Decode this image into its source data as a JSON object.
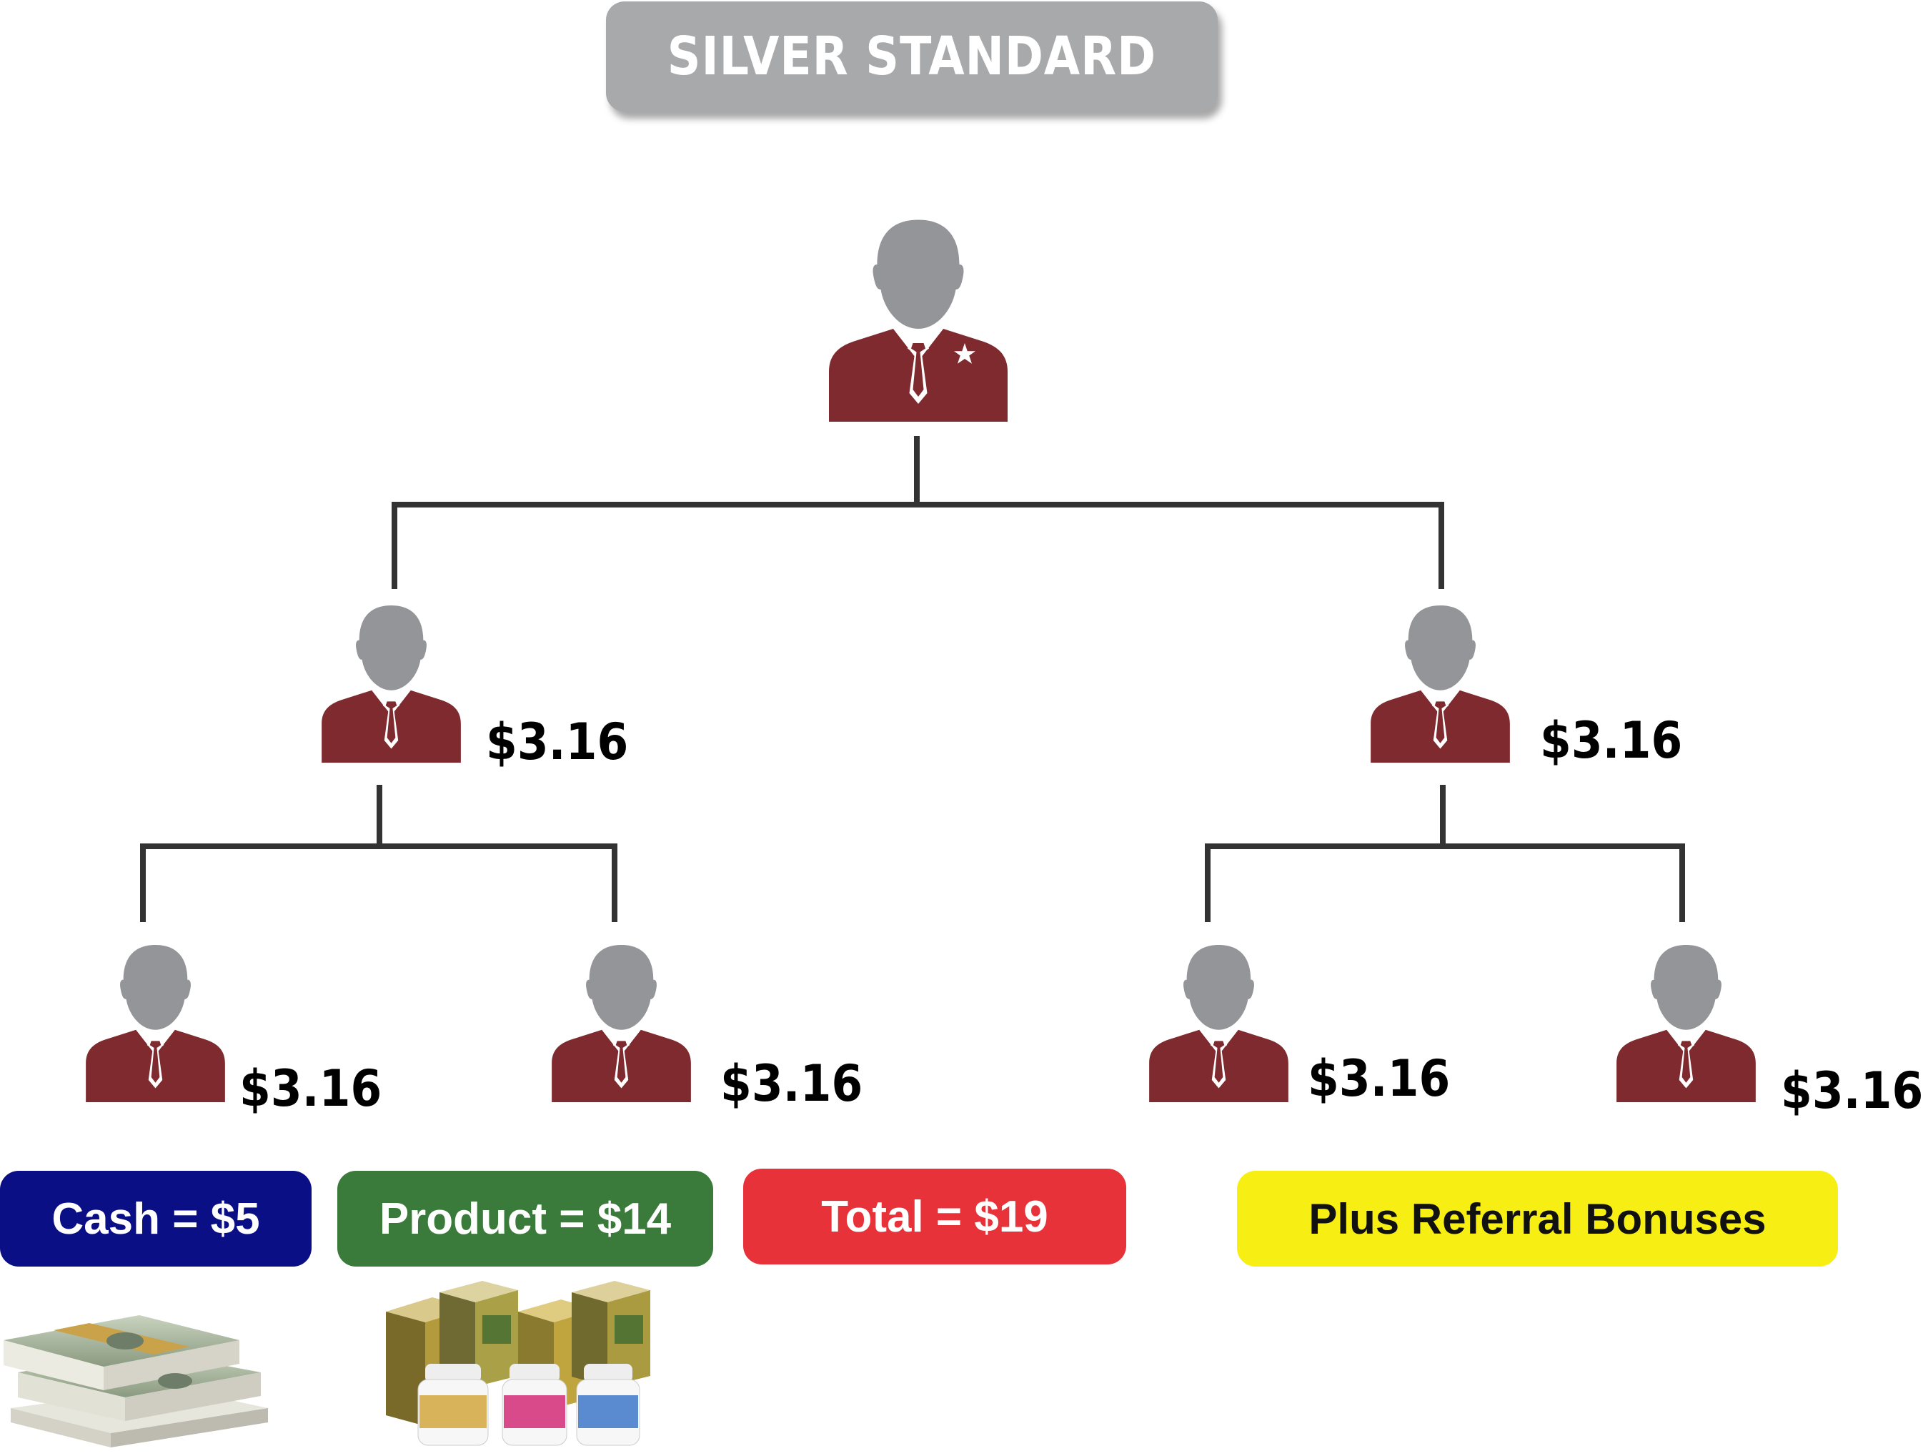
{
  "title": "SILVER STANDARD",
  "colors": {
    "title_bg": "#a8a9ab",
    "head": "#939598",
    "suit": "#7f2a2e",
    "connector": "#333333",
    "cash": "#0b0f85",
    "product": "#3a7a3a",
    "total": "#e8323a",
    "referral": "#f7ee14"
  },
  "tree": {
    "root": {
      "icon": "person-with-star-icon"
    },
    "level1": [
      {
        "amount": "$3.16"
      },
      {
        "amount": "$3.16"
      }
    ],
    "level2": [
      {
        "amount": "$3.16"
      },
      {
        "amount": "$3.16"
      },
      {
        "amount": "$3.16"
      },
      {
        "amount": "$3.16"
      }
    ]
  },
  "summary": {
    "cash": "Cash = $5",
    "product": "Product = $14",
    "total": "Total =  $19",
    "referral": "Plus Referral Bonuses"
  },
  "images": {
    "cash": "stack-of-dollar-bills-icon",
    "product": "detox-tea-boxes-and-supplement-bottles-icon"
  }
}
